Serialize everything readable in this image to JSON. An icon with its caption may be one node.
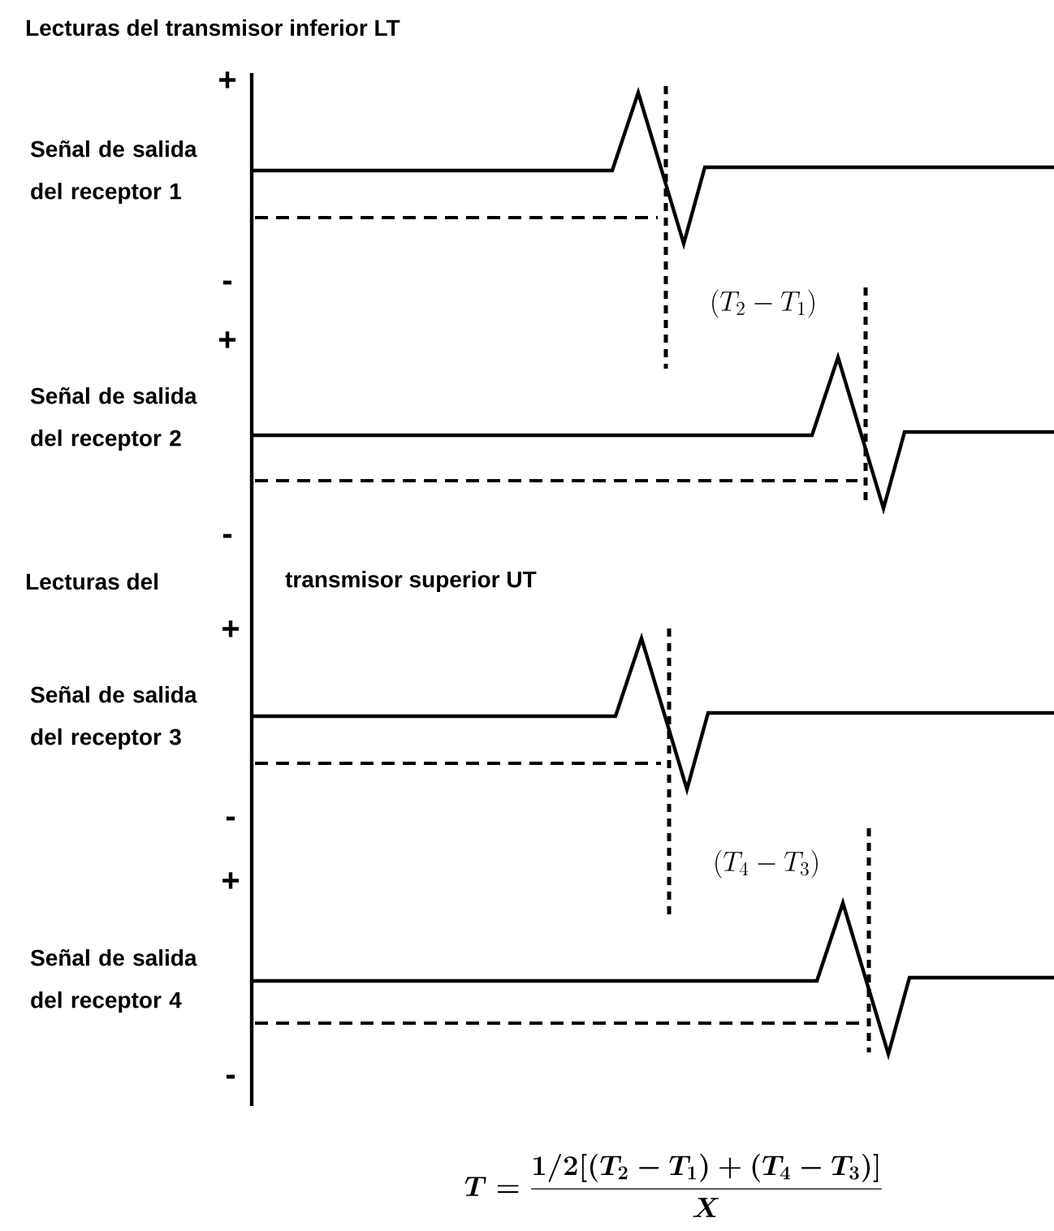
{
  "diagram": {
    "title": "Lecturas del transmisor inferior LT",
    "labels": [
      "+",
      "Señal de salida del receptor 1",
      "-",
      "(T_2-T_1)",
      "+",
      "Señal de salida del receptor 2",
      "-",
      "Lecturas del",
      "transmisor superior UT",
      "+",
      "Señal de salida del receptor 3",
      "-",
      "(T_4-T_3)",
      "+",
      "Señal de salida del receptor 4",
      "-",
      "T=\\frac{1/2[(T_2-T_1)+(T_4-T_3)]}{X}"
    ]
  }
}
